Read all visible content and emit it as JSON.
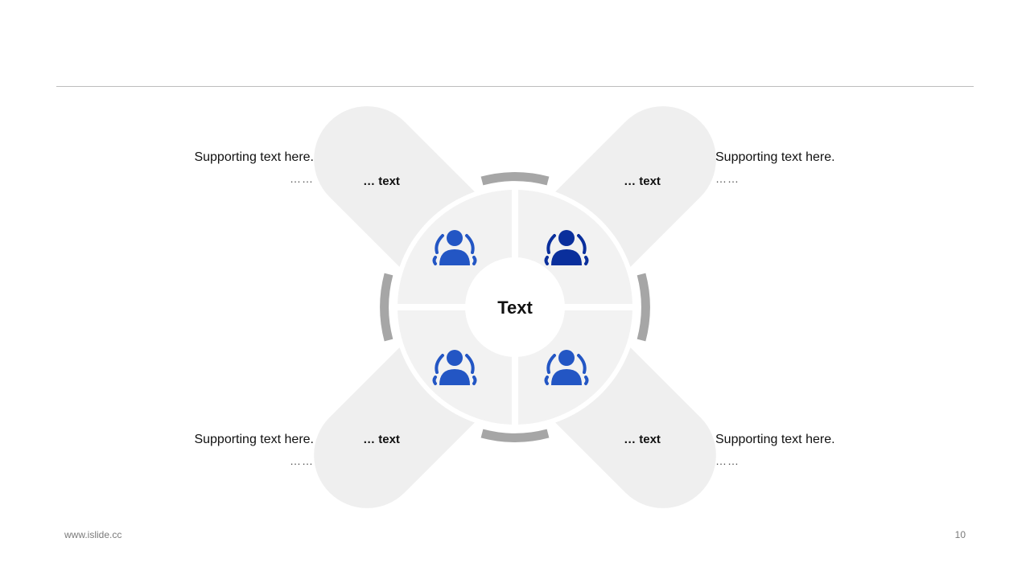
{
  "center_label": "Text",
  "petals": [
    {
      "label": "… text",
      "icon": "users-icon",
      "color": "#2356c4"
    },
    {
      "label": "… text",
      "icon": "users-icon",
      "color": "#0a2f9c"
    },
    {
      "label": "… text",
      "icon": "users-icon",
      "color": "#2356c4"
    },
    {
      "label": "… text",
      "icon": "users-icon",
      "color": "#2356c4"
    }
  ],
  "supporting": [
    {
      "text": "Supporting text here.",
      "dots": "……"
    },
    {
      "text": "Supporting text here.",
      "dots": "……"
    },
    {
      "text": "Supporting text here.",
      "dots": "……"
    },
    {
      "text": "Supporting text here.",
      "dots": "……"
    }
  ],
  "footer": {
    "url": "www.islide.cc",
    "page": "10"
  },
  "colors": {
    "petal_fill": "#efefef",
    "ring_gray": "#a6a6a6",
    "quadrant_fill": "#f2f2f2",
    "accent": "#2356c4"
  }
}
